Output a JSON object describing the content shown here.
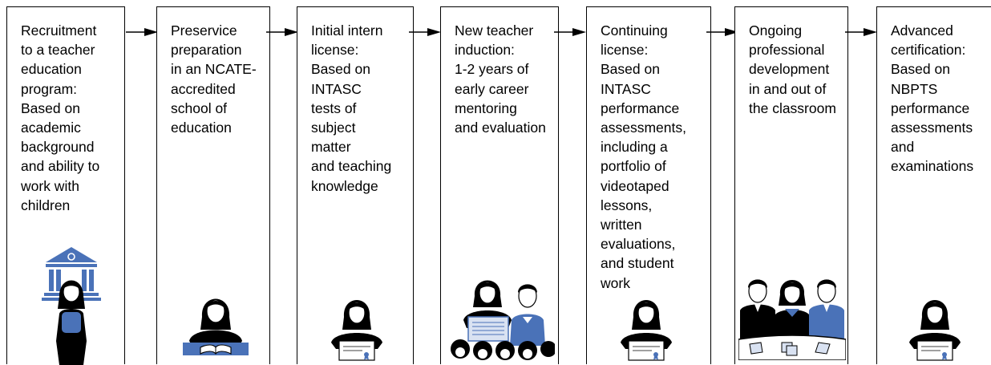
{
  "colors": {
    "stroke": "#000000",
    "accent": "#4a72b8",
    "accent_light": "#d9e2f2",
    "skin": "#ffffff"
  },
  "stages": [
    {
      "text": "Recruitment\nto a teacher\neducation\nprogram:\nBased on\nacademic\nbackground\nand ability to\nwork with\nchildren",
      "illustration": "student-at-university-icon"
    },
    {
      "text": "Preservice\npreparation\nin an NCATE-\naccredited\nschool of\neducation",
      "illustration": "student-reading-book-icon"
    },
    {
      "text": "Initial intern\nlicense:\nBased on\nINTASC\ntests of\nsubject\nmatter\nand teaching\nknowledge",
      "illustration": "teacher-holding-certificate-icon"
    },
    {
      "text": "New teacher\ninduction:\n1-2 years of\nearly career\nmentoring\nand evaluation",
      "illustration": "mentor-and-classroom-icon"
    },
    {
      "text": "Continuing\nlicense:\nBased on\nINTASC\nperformance\nassessments,\nincluding a\nportfolio of\nvideotaped\nlessons,\nwritten\nevaluations,\nand student\nwork",
      "illustration": "teacher-holding-certificate-icon"
    },
    {
      "text": "Ongoing\nprofessional\ndevelopment\nin and out of\nthe classroom",
      "illustration": "group-meeting-icon"
    },
    {
      "text": "Advanced\ncertification:\nBased on\nNBPTS\nperformance\nassessments\nand\nexaminations",
      "illustration": "teacher-holding-certificate-icon"
    }
  ]
}
